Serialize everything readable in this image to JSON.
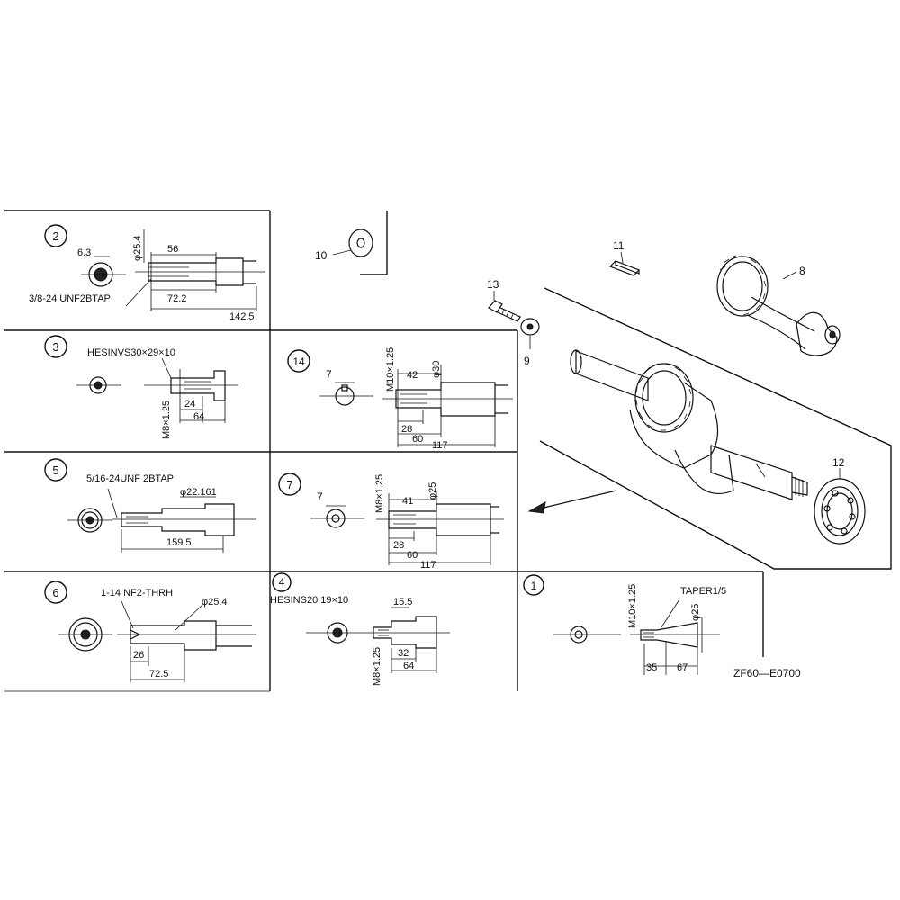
{
  "diagram_code": "ZF60—E0700",
  "callouts": {
    "c1": "1",
    "c2": "2",
    "c3": "3",
    "c4": "4",
    "c5": "5",
    "c6": "6",
    "c7": "7",
    "c14": "14"
  },
  "parts": {
    "p8": "8",
    "p9": "9",
    "p10": "10",
    "p11": "11",
    "p12": "12",
    "p13": "13"
  },
  "panel2": {
    "d1": "6.3",
    "d2": "φ25.4",
    "d3": "56",
    "thread": "3/8-24 UNF2BTAP",
    "d4": "72.2",
    "d5": "142.5"
  },
  "panel3": {
    "note": "HESINVS30×29×10",
    "d1": "M8×1.25",
    "d2": "24",
    "d3": "64"
  },
  "panel14": {
    "d1": "7",
    "d2": "M10×1.25",
    "d3": "42",
    "d4": "φ30",
    "d5": "28",
    "d6": "60",
    "d7": "117"
  },
  "panel5": {
    "thread": "5/16-24UNF 2BTAP",
    "d1": "φ22.161",
    "d2": "159.5"
  },
  "panel7": {
    "d1": "7",
    "d2": "M8×1.25",
    "d3": "41",
    "d4": "φ25",
    "d5": "28",
    "d6": "60",
    "d7": "117"
  },
  "panel6": {
    "thread": "1-14 NF2-THRH",
    "d1": "φ25.4",
    "d2": "26",
    "d3": "72.5"
  },
  "panel4": {
    "note": "HESINS20 19×10",
    "d1": "15.5",
    "d2": "32",
    "d3": "64",
    "d4": "M8×1.25"
  },
  "panel1": {
    "taper": "TAPER1/5",
    "d1": "M10×1.25",
    "d2": "φ25",
    "d3": "35",
    "d4": "67"
  }
}
